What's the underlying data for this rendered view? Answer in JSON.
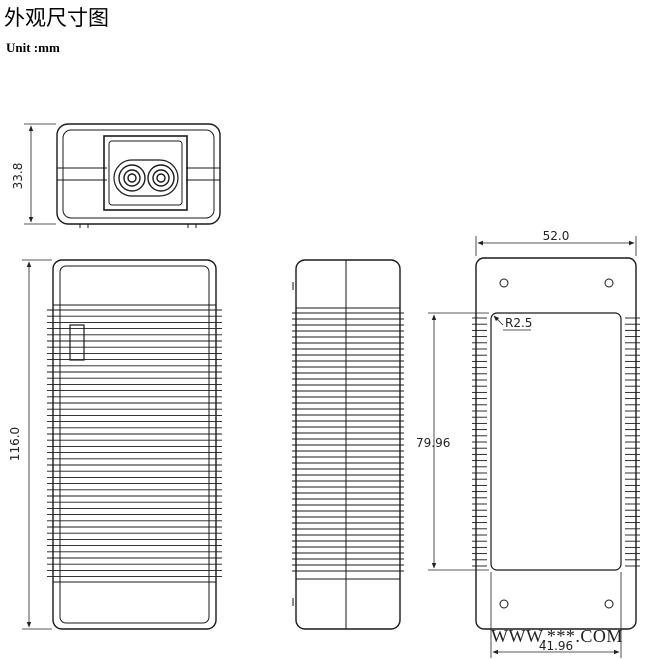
{
  "header": {
    "title": "外观尺寸图",
    "unit": "Unit :mm"
  },
  "dimensions": {
    "top_height": "33.8",
    "front_height": "116.0",
    "back_width": "52.0",
    "radius": "R2.5",
    "inner_height": "79.96",
    "inner_width": "41.96"
  },
  "watermark": "WWW.***.COM",
  "colors": {
    "line": "#1a1a1a",
    "background": "#ffffff"
  }
}
